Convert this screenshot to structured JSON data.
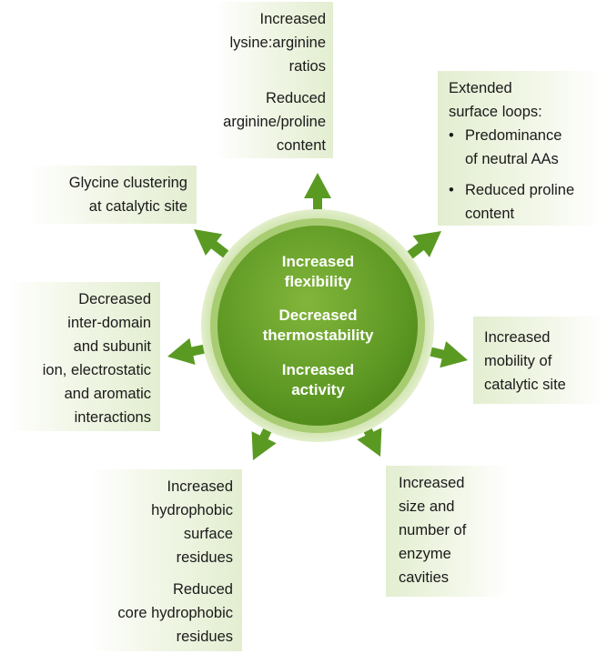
{
  "center": {
    "lines": [
      "Increased",
      "flexibility",
      "Decreased",
      "thermostability",
      "Increased",
      "activity"
    ]
  },
  "boxes": {
    "top": {
      "group1": [
        "Increased",
        "lysine:arginine",
        "ratios"
      ],
      "group2": [
        "Reduced",
        "arginine/proline",
        "content"
      ]
    },
    "top_right": {
      "intro": [
        "Extended",
        "surface loops:"
      ],
      "bullets": [
        [
          "Predominance",
          "of neutral AAs"
        ],
        [
          "Reduced proline",
          "content"
        ]
      ],
      "bullet_char": "•"
    },
    "top_left": {
      "lines": [
        "Glycine clustering",
        "at catalytic site"
      ]
    },
    "left": {
      "lines": [
        "Decreased",
        "inter-domain",
        "and subunit",
        "ion, electrostatic",
        "and aromatic",
        "interactions"
      ]
    },
    "right": {
      "lines": [
        "Increased",
        "mobility of",
        "catalytic site"
      ]
    },
    "bottom_left": {
      "group1": [
        "Increased",
        "hydrophobic",
        "surface",
        "residues"
      ],
      "group2": [
        "Reduced",
        "core hydrophobic",
        "residues"
      ]
    },
    "bottom_right": {
      "lines": [
        "Increased",
        "size and",
        "number of",
        "enzyme",
        "cavities"
      ]
    }
  },
  "colors": {
    "arrow": "#5a9a22",
    "circle_outer": "#cfe3ad",
    "circle_mid": "#a9cd74",
    "circle_core": "#6aa02c",
    "text_on_circle": "#ffffff"
  }
}
